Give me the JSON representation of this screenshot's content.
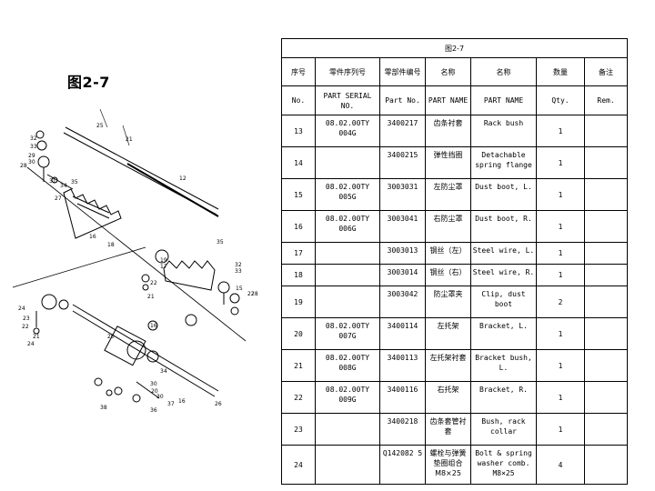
{
  "figure_label": "图2-7",
  "table": {
    "title": "图2-7",
    "headers_cn": [
      "序号",
      "零件序列号",
      "零部件编号",
      "名称",
      "名称",
      "数量",
      "备注"
    ],
    "headers_en": [
      "No.",
      "PART SERIAL NO.",
      "Part No.",
      "PART NAME",
      "PART NAME",
      "Qty.",
      "Rem."
    ],
    "rows": [
      {
        "no": "13",
        "serial": "08.02.00TY 004G",
        "part": "3400217",
        "name_cn": "齿条衬套",
        "name_en": "Rack bush",
        "qty": "1",
        "rem": ""
      },
      {
        "no": "14",
        "serial": "",
        "part": "3400215",
        "name_cn": "弹性挡圈",
        "name_en": "Detachable spring flange",
        "qty": "1",
        "rem": ""
      },
      {
        "no": "15",
        "serial": "08.02.00TY 005G",
        "part": "3003031",
        "name_cn": "左防尘罩",
        "name_en": "Dust boot, L.",
        "qty": "1",
        "rem": ""
      },
      {
        "no": "16",
        "serial": "08.02.00TY 006G",
        "part": "3003041",
        "name_cn": "右防尘罩",
        "name_en": "Dust boot, R.",
        "qty": "1",
        "rem": ""
      },
      {
        "no": "17",
        "serial": "",
        "part": "3003013",
        "name_cn": "钢丝（左）",
        "name_en": "Steel wire, L.",
        "qty": "1",
        "rem": ""
      },
      {
        "no": "18",
        "serial": "",
        "part": "3003014",
        "name_cn": "钢丝（右）",
        "name_en": "Steel wire, R.",
        "qty": "1",
        "rem": ""
      },
      {
        "no": "19",
        "serial": "",
        "part": "3003042",
        "name_cn": "防尘罩夹",
        "name_en": "Clip, dust boot",
        "qty": "2",
        "rem": ""
      },
      {
        "no": "20",
        "serial": "08.02.00TY 007G",
        "part": "3400114",
        "name_cn": "左托架",
        "name_en": "Bracket, L.",
        "qty": "1",
        "rem": ""
      },
      {
        "no": "21",
        "serial": "08.02.00TY 008G",
        "part": "3400113",
        "name_cn": "左托架衬套",
        "name_en": "Bracket bush, L.",
        "qty": "1",
        "rem": ""
      },
      {
        "no": "22",
        "serial": "08.02.00TY 009G",
        "part": "3400116",
        "name_cn": "右托架",
        "name_en": "Bracket, R.",
        "qty": "1",
        "rem": ""
      },
      {
        "no": "23",
        "serial": "",
        "part": "3400218",
        "name_cn": "齿条套管衬套",
        "name_en": "Bush, rack collar",
        "qty": "1",
        "rem": ""
      },
      {
        "no": "24",
        "serial": "",
        "part": "Q142082 5",
        "name_cn": "螺栓与弹簧垫圈组合M8×25",
        "name_en": "Bolt & spring washer comb. M8×25",
        "qty": "4",
        "rem": ""
      }
    ]
  },
  "diagram": {
    "callouts_top": [
      "25",
      "32",
      "33",
      "29",
      "30",
      "28",
      "31",
      "27",
      "34",
      "35",
      "12",
      "19",
      "16",
      "18"
    ],
    "callouts_bottom": [
      "19",
      "17",
      "35",
      "32",
      "33",
      "15",
      "22",
      "28",
      "27",
      "26",
      "25",
      "24",
      "23",
      "21",
      "20",
      "34",
      "30",
      "38",
      "37",
      "36",
      "16"
    ]
  }
}
